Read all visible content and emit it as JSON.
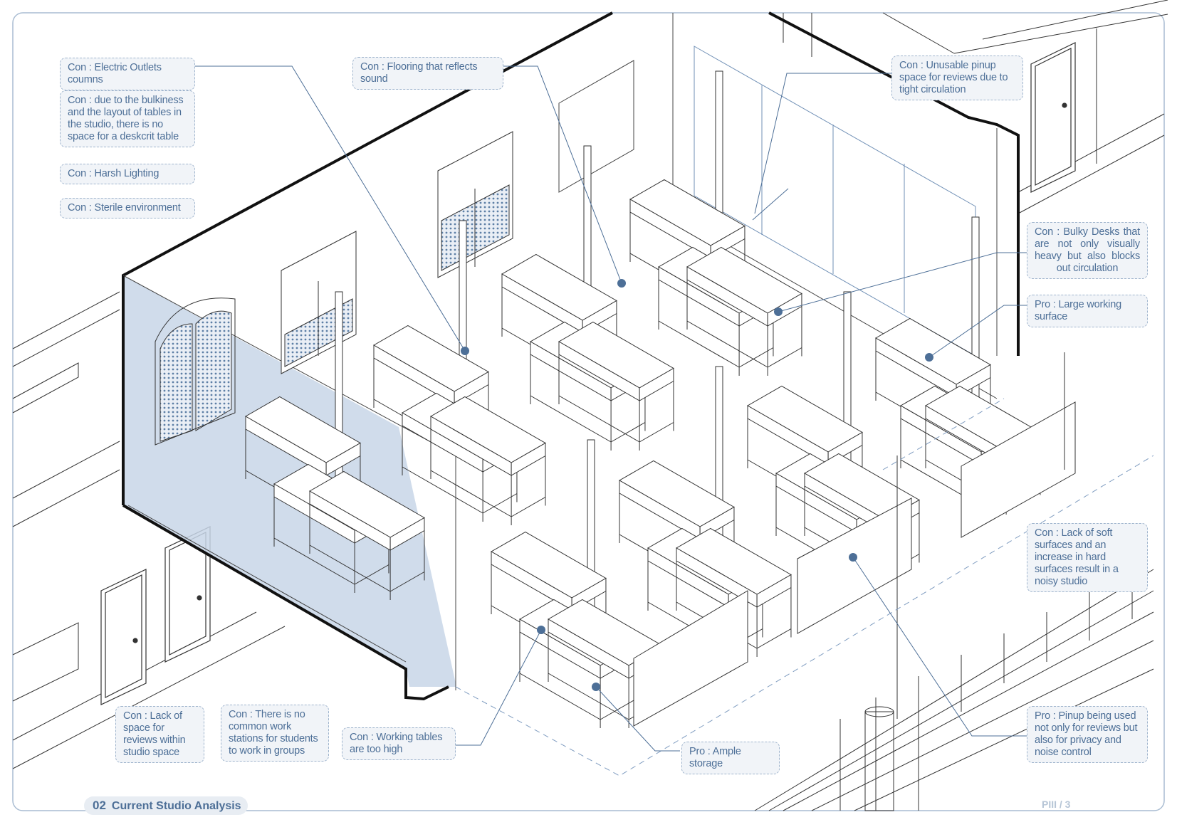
{
  "annotations": {
    "electric_outlets": "Con : Electric Outlets coumns",
    "bulkiness": "Con : due to the bulkiness and the layout of tables in the studio, there is no space for a deskcrit table",
    "harsh_lighting": "Con : Harsh Lighting",
    "sterile": "Con : Sterile environment",
    "flooring": "Con : Flooring that reflects sound",
    "pinup_space": "Con : Unusable pinup space for reviews due to tight circulation",
    "bulky_desks": "Con : Bulky Desks that are not only visually heavy but also blocks out circulation",
    "large_surface": "Pro : Large working surface",
    "soft_surfaces": "Con : Lack of soft surfaces and an increase in hard surfaces result in a noisy studio",
    "pinup_privacy": "Pro : Pinup being used not only for reviews but also for privacy and noise control",
    "ample_storage": "Pro : Ample storage",
    "tables_too_high": "Con : Working tables are too high",
    "no_common_workstations": "Con : There is no common work stations for students to work in groups",
    "lack_review_space": "Con : Lack of space for reviews within studio space"
  },
  "footer": {
    "number": "02",
    "title": "Current Studio Analysis",
    "page": "PIII / 3"
  },
  "colors": {
    "accent": "#4d6f97",
    "note_border": "#9fb4cd",
    "note_fill": "#f1f4f8",
    "glass_tint": "#c8d6e8",
    "line": "#222222"
  }
}
